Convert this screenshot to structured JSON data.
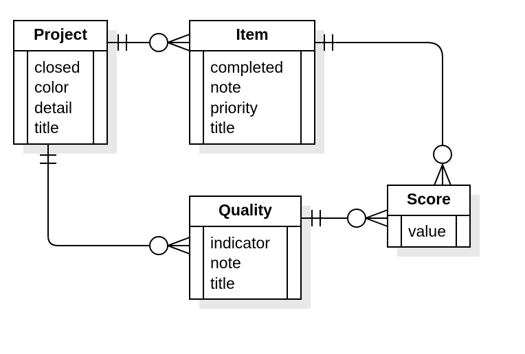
{
  "entities": {
    "project": {
      "title": "Project",
      "attributes": [
        "closed",
        "color",
        "detail",
        "title"
      ]
    },
    "item": {
      "title": "Item",
      "attributes": [
        "completed",
        "note",
        "priority",
        "title"
      ]
    },
    "quality": {
      "title": "Quality",
      "attributes": [
        "indicator",
        "note",
        "title"
      ]
    },
    "score": {
      "title": "Score",
      "attributes": [
        "value"
      ]
    }
  }
}
